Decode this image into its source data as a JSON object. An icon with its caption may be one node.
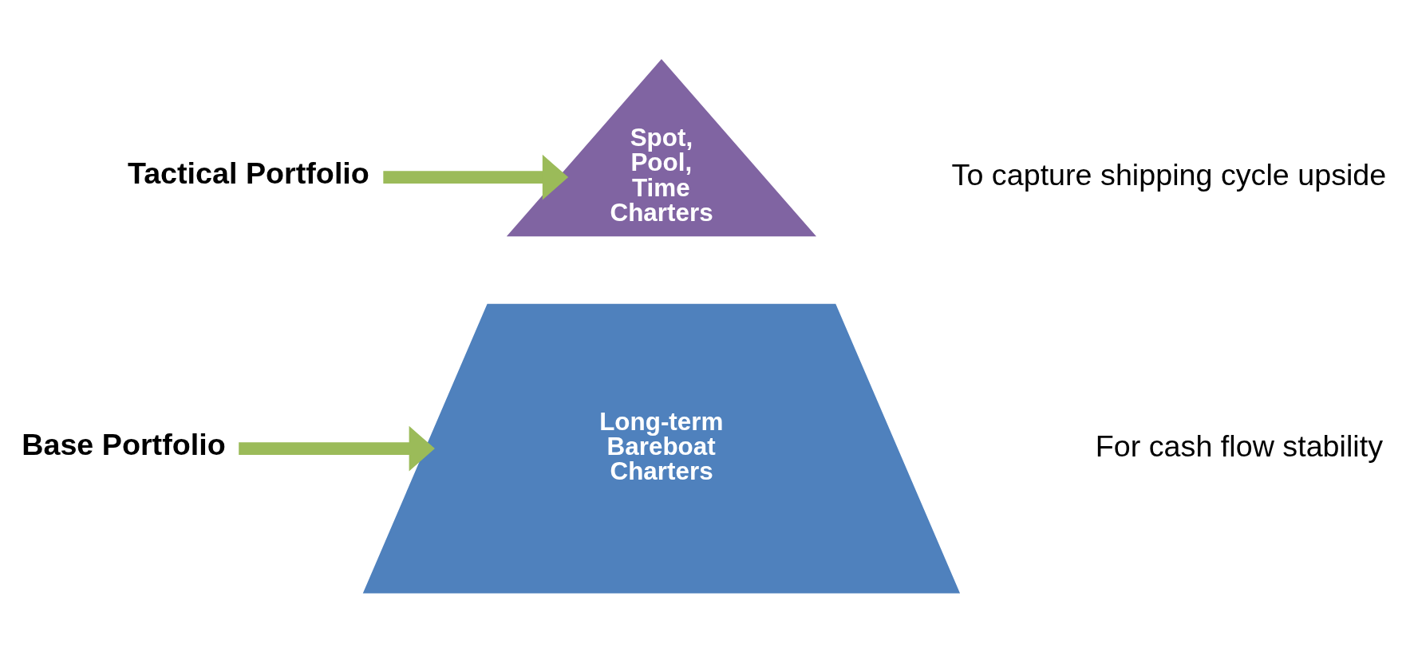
{
  "diagram": {
    "nodes": [
      {
        "text": [
          "Tactical Portfolio"
        ]
      },
      {
        "text": [
          "Spot, Pool, Time Charters"
        ]
      },
      {
        "text": [
          "Base Portfolio"
        ]
      },
      {
        "text": [
          "Long-term Bareboat Charters"
        ]
      }
    ],
    "edges": [
      {
        "from": 0,
        "to": 1,
        "arrow": "to"
      },
      {
        "from": 2,
        "to": 3,
        "arrow": "to"
      }
    ],
    "labels": [
      "To capture shipping cycle upside",
      "For cash flow stability"
    ]
  }
}
